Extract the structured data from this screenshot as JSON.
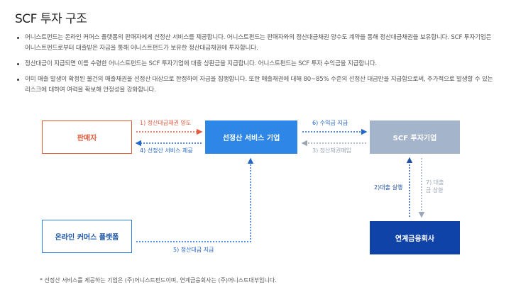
{
  "page": {
    "title": "SCF 투자 구조"
  },
  "bullets": [
    "어니스트펀드는 온라인 커머스 플랫폼의 판매자에게 선정산 서비스를 제공합니다. 어니스트펀드는 판매자와의 정산대금채권 양수도 계약을 통해 정산대금채권을 보유합니다. SCF 투자기업은 어니스트펀드로부터 대출받은 자금을 통해 어니스트펀드가 보유한 정산대금채권에 투자합니다.",
    "정산대금이 지급되면 이를 수령한 어니스트펀드는 SCF 투자기업에 대출 상환금을 지급합니다. 어니스트펀드는 SCF 투자 수익금을 지급합니다.",
    "이미 매출 발생이 확정된 물건의 매출채권을 선정산 대상으로 한정하여 자금을 집행합니다. 또한 매출채권에 대해 80~85% 수준의 선정산 대금만을 지급함으로써, 추가적으로 발생할 수 있는 리스크에 대하여 여력을 확보해 안정성을 강화합니다."
  ],
  "nodes": {
    "seller": "판매자",
    "service": "선정산 서비스 기업",
    "scf": "SCF 투자기업",
    "platform": "온라인 커머스 플랫폼",
    "bank": "연계금융회사"
  },
  "flows": {
    "f1": "1) 정산대금채권 양도",
    "f4": "4) 선정산 서비스 제공",
    "f6": "6) 수익금 지급",
    "f3": "3) 정산채권매입",
    "f2": "2)대출 실행",
    "f7": "7) 대출금 상환",
    "f5": "5) 정산대금 지급"
  },
  "colors": {
    "seller": "#e35a3b",
    "service": "#2e86e6",
    "scf": "#a4b4cb",
    "bank": "#0f43a8",
    "platform_border": "#2e7de0"
  },
  "footnote": "* 선정산 서비스를 제공하는 기업은 (주)어니스트펀드이며, 연계금융회사는 (주)어니스트대부입니다."
}
